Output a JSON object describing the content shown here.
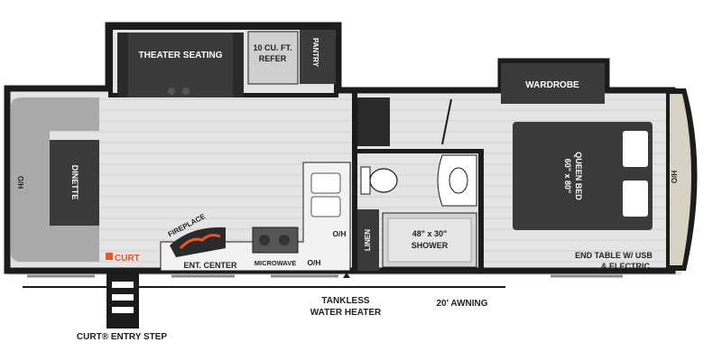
{
  "labels": {
    "theater_seating": "THEATER SEATING",
    "refer_line1": "10 CU. FT.",
    "refer_line2": "REFER",
    "pantry": "PANTRY",
    "wardrobe": "WARDROBE",
    "dinette": "DINETTE",
    "oh_left": "O/H",
    "fireplace": "FIREPLACE",
    "ent_center": "ENT. CENTER",
    "microwave": "MICROWAVE",
    "oh_kitchen": "O/H",
    "oh_kitchen2": "O/H",
    "linen": "LINEN",
    "shower_line1": "48\" x 30\"",
    "shower_line2": "SHOWER",
    "bed_line1": "60\" x 80\"",
    "bed_line2": "QUEEN BED",
    "oh_right": "O/H",
    "end_table_line1": "END TABLE W/ USB",
    "end_table_line2": "& ELECTRIC",
    "tankless_line1": "TANKLESS",
    "tankless_line2": "WATER HEATER",
    "awning": "20' AWNING",
    "entry_step": "CURT® ENTRY STEP",
    "curt_logo": "CURT"
  },
  "colors": {
    "wall": "#1c1c1c",
    "floor": "#e4e4e4",
    "floor_line": "#cfcfcf",
    "furniture_dark": "#3a3a3a",
    "carpet": "#8e8e8e",
    "cap_tan": "#d8d2c4",
    "counter": "#f2f2f2",
    "curt_orange": "#e2572b"
  }
}
